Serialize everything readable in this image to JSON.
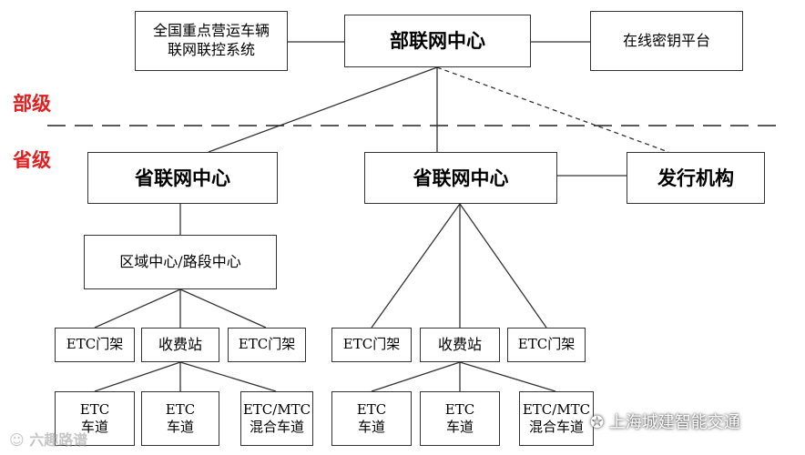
{
  "top": {
    "national_center": "部联网中心",
    "vehicle_system": "全国重点营运车辆\n联网联控系统",
    "key_platform": "在线密钥平台"
  },
  "levels": {
    "ministry": "部级",
    "province": "省级"
  },
  "left_branch": {
    "provincial_center": "省联网中心",
    "regional_center": "区域中心/路段中心",
    "gantry_left": "ETC门架",
    "toll_station": "收费站",
    "gantry_right": "ETC门架",
    "lanes": [
      "ETC\n车道",
      "ETC\n车道",
      "ETC/MTC\n混合车道"
    ]
  },
  "right_branch": {
    "provincial_center": "省联网中心",
    "issuer": "发行机构",
    "gantry_left": "ETC门架",
    "toll_station": "收费站",
    "gantry_right": "ETC门架",
    "lanes": [
      "ETC\n车道",
      "ETC\n车道",
      "ETC/MTC\n混合车道"
    ]
  },
  "watermarks": {
    "bottom_left": "六趣路谱",
    "bottom_right": "上海城建智能交通"
  }
}
